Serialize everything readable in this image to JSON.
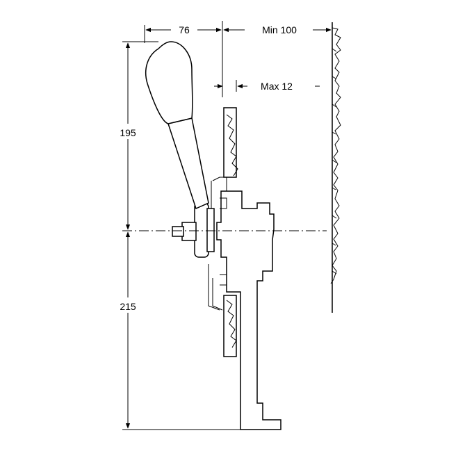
{
  "dimensions": {
    "handle_offset": "76",
    "wall_clearance": "Min 100",
    "panel_thickness": "Max 12",
    "height_above_axis": "195",
    "height_below_axis": "215"
  }
}
